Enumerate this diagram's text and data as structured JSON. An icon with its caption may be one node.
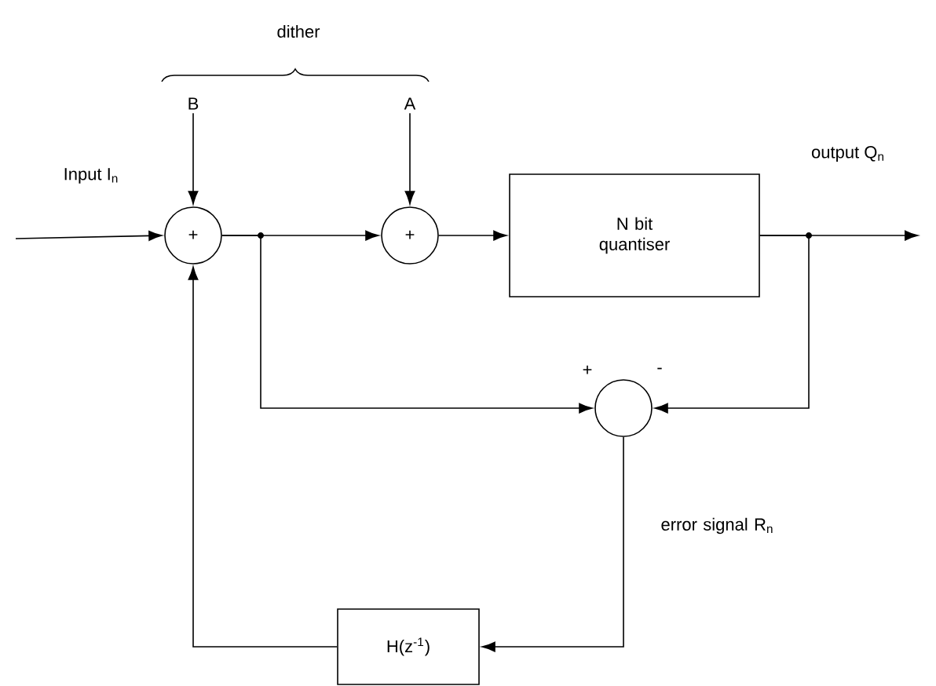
{
  "diagram": {
    "nodes": [
      {
        "text": [
          "+"
        ]
      },
      {
        "text": [
          "+"
        ]
      },
      {
        "text": [
          "N bit quantiser"
        ]
      },
      {
        "text": [],
        "shape": "circle",
        "beside": [
          "+",
          "-"
        ]
      },
      {
        "text": [
          "H(z$^{-1}$)"
        ]
      },
      {
        "text": [
          "B"
        ]
      },
      {
        "text": [
          "A"
        ]
      }
    ],
    "edges": [
      {
        "from": null,
        "to": 0,
        "arrow": "to"
      },
      {
        "from": 5,
        "to": 0,
        "arrow": "to"
      },
      {
        "from": 6,
        "to": 1,
        "arrow": "to"
      },
      {
        "from": 0,
        "to": 1,
        "arrow": "to"
      },
      {
        "from": 1,
        "to": 2,
        "arrow": "to"
      },
      {
        "from": 2,
        "to": null,
        "arrow": "to"
      },
      {
        "from": 2,
        "to": 3,
        "arrow": "to"
      },
      {
        "from": 0,
        "to": 3,
        "arrow": "to"
      },
      {
        "from": 3,
        "to": 4,
        "arrow": "to"
      },
      {
        "from": 4,
        "to": 0,
        "arrow": "to"
      }
    ],
    "labels": [
      "dither",
      "Input I$_{n}$",
      "output Q$_{n}$",
      "error signal R$_{n}$"
    ]
  }
}
